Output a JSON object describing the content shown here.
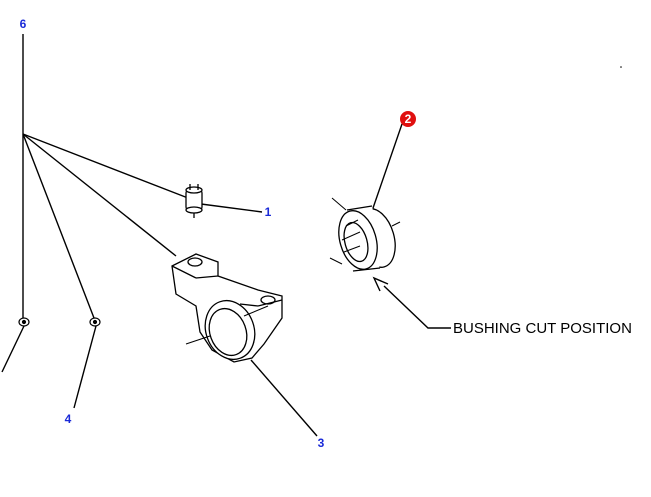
{
  "diagram": {
    "callouts": {
      "c1": "1",
      "c2": "2",
      "c3": "3",
      "c4": "4",
      "c6": "6"
    },
    "note": "BUSHING CUT POSITION",
    "colors": {
      "callout_blue": "#1a2ad8",
      "callout_red": "#e01010",
      "line": "#000000"
    }
  }
}
